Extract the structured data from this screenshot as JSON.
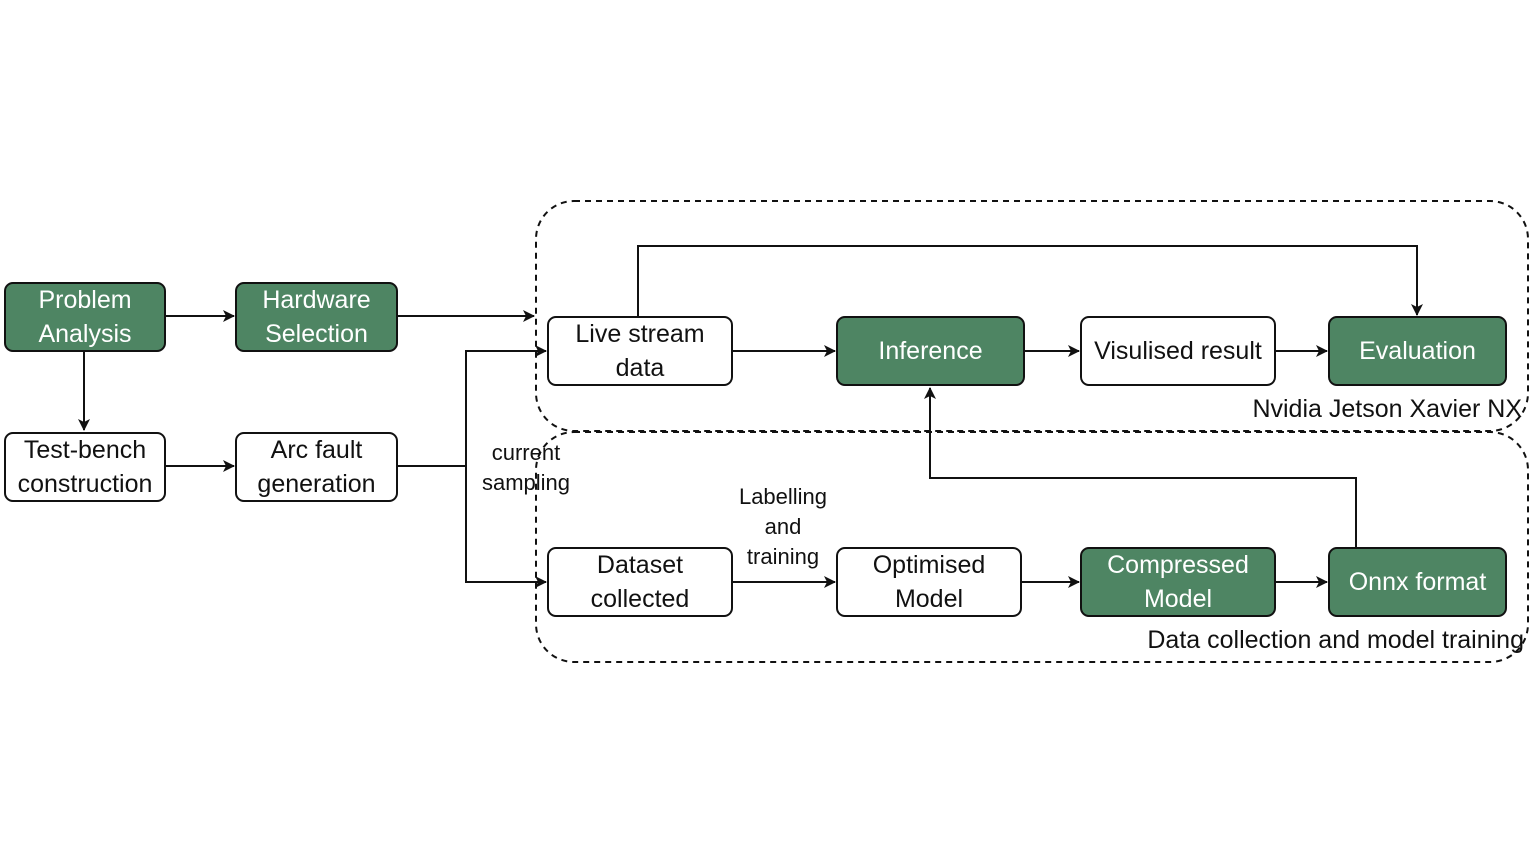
{
  "colors": {
    "accent_fill": "#4e8563",
    "accent_text": "#ffffff",
    "line": "#111111"
  },
  "nodes": {
    "problem_analysis": "Problem\nAnalysis",
    "hardware_selection": "Hardware\nSelection",
    "test_bench": "Test-bench\nconstruction",
    "arc_fault": "Arc fault\ngeneration",
    "live_stream": "Live stream\ndata",
    "inference": "Inference",
    "visualised_result": "Visulised result",
    "evaluation": "Evaluation",
    "dataset_collected": "Dataset\ncollected",
    "optimised_model": "Optimised\nModel",
    "compressed_model": "Compressed\nModel",
    "onnx_format": "Onnx format"
  },
  "edge_labels": {
    "current_sampling": "current\nsampling",
    "labelling_training": "Labelling\nand\ntraining"
  },
  "groups": {
    "jetson": "Nvidia Jetson Xavier NX",
    "data_training": "Data collection and model training"
  }
}
